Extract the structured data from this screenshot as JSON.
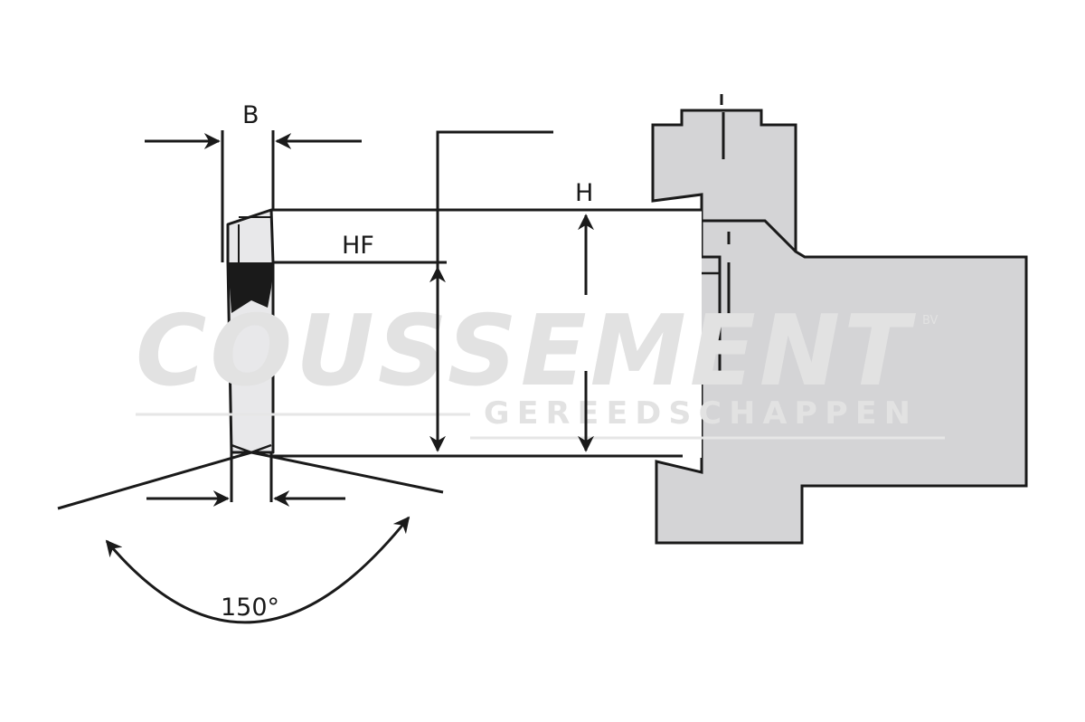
{
  "labels": {
    "b": "B",
    "h": "H",
    "hf": "HF",
    "angle": "150°"
  },
  "watermark": {
    "main": "COUSSEMENT",
    "sub": "GEREEDSCHAPPEN",
    "suffix": "BV"
  },
  "colors": {
    "line": "#1a1a1a",
    "holder_fill": "#d4d4d6",
    "tool_fill": "#e8e8ea",
    "watermark": "#e2e2e2",
    "background": "#ffffff"
  }
}
